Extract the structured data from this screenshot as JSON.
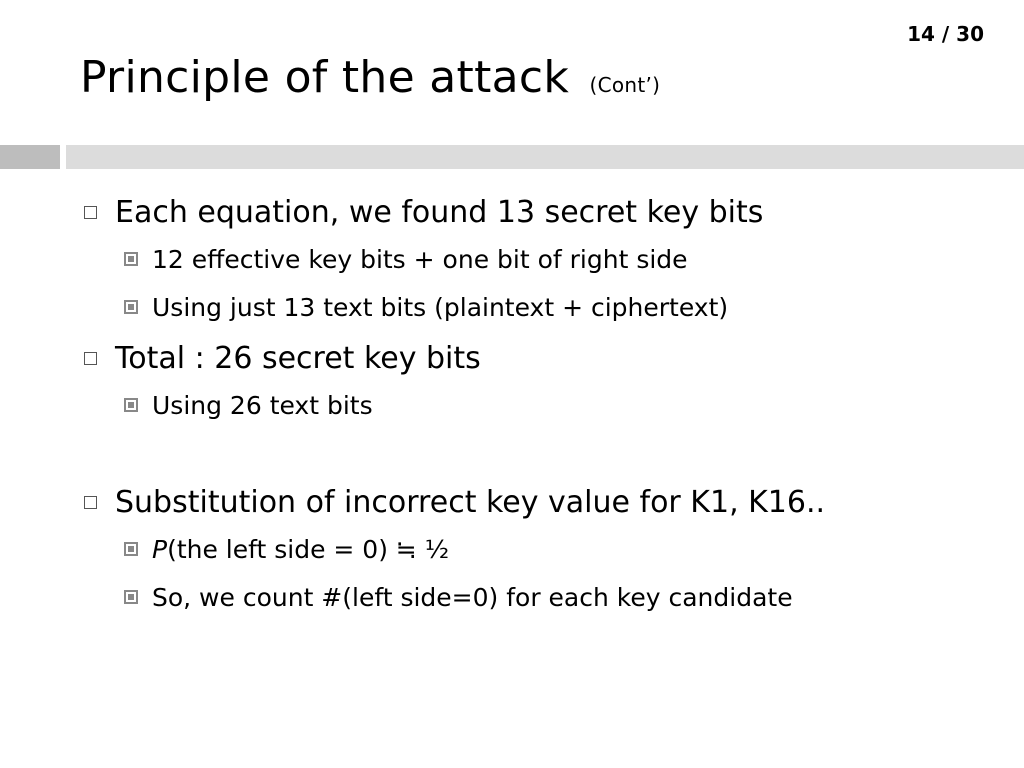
{
  "page": {
    "number": "14 / 30"
  },
  "slide": {
    "title": "Principle of the attack",
    "subtitle": "(Cont’)"
  },
  "bullets": [
    {
      "text": "Each equation, we found 13 secret key bits",
      "sub": [
        "12 effective key bits + one bit of right side",
        "Using just 13 text bits (plaintext + ciphertext)"
      ]
    },
    {
      "text": "Total : 26 secret key bits",
      "sub": [
        "Using 26 text bits"
      ]
    },
    {
      "text": "Substitution of incorrect key value for K1, K16..",
      "sub_first": {
        "prefix": "P",
        "rest": "(the left side = 0) ≒ ½"
      },
      "sub": [
        "So, we count #(left side=0) for each key candidate"
      ]
    }
  ],
  "colors": {
    "bar_dark": "#bdbdbd",
    "bar_light": "#dcdcdc"
  }
}
